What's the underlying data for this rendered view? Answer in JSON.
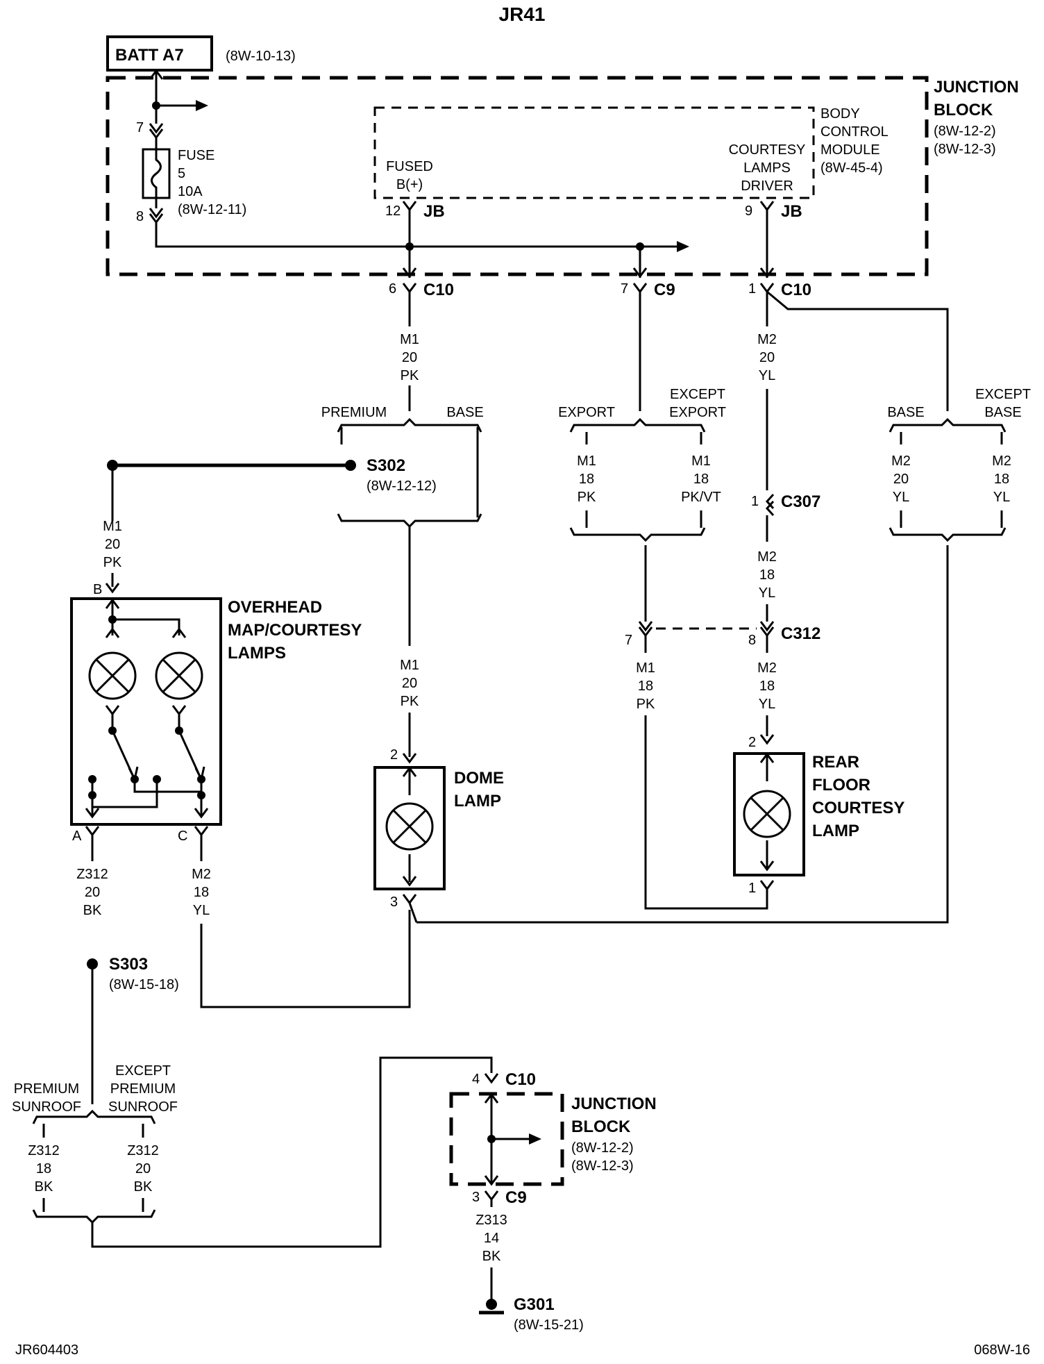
{
  "title": "JR41",
  "footer_left": "JR604403",
  "footer_right": "068W-16",
  "batt": {
    "label": "BATT A7",
    "ref": "(8W-10-13)"
  },
  "junction_block_top": {
    "line1": "JUNCTION",
    "line2": "BLOCK",
    "ref1": "(8W-12-2)",
    "ref2": "(8W-12-3)"
  },
  "bcm": {
    "line1": "BODY",
    "line2": "CONTROL",
    "line3": "MODULE",
    "ref": "(8W-45-4)"
  },
  "fuse": {
    "line1": "FUSE",
    "line2": "5",
    "line3": "10A",
    "ref": "(8W-12-11)",
    "pin_top": "7",
    "pin_bottom": "8"
  },
  "fused_bplus": {
    "line1": "FUSED",
    "line2": "B(+)",
    "pin": "12",
    "conn": "JB"
  },
  "courtesy_driver": {
    "line1": "COURTESY",
    "line2": "LAMPS",
    "line3": "DRIVER",
    "pin": "9",
    "conn": "JB"
  },
  "c10_a": {
    "pin": "6",
    "conn": "C10"
  },
  "c9_a": {
    "pin": "7",
    "conn": "C9"
  },
  "c10_b": {
    "pin": "1",
    "conn": "C10"
  },
  "wire_m1_20pk": {
    "line1": "M1",
    "line2": "20",
    "line3": "PK"
  },
  "wire_m2_20yl": {
    "line1": "M2",
    "line2": "20",
    "line3": "YL"
  },
  "premium_base": {
    "left": "PREMIUM",
    "right": "BASE"
  },
  "export_group": {
    "left": "EXPORT",
    "right_line1": "EXCEPT",
    "right_line2": "EXPORT"
  },
  "base_group": {
    "left": "BASE",
    "right_line1": "EXCEPT",
    "right_line2": "BASE"
  },
  "s302": {
    "label": "S302",
    "ref": "(8W-12-12)"
  },
  "export_wire_left": {
    "line1": "M1",
    "line2": "18",
    "line3": "PK"
  },
  "export_wire_right": {
    "line1": "M1",
    "line2": "18",
    "line3": "PK/VT"
  },
  "base_wire_left": {
    "line1": "M2",
    "line2": "20",
    "line3": "YL"
  },
  "base_wire_right": {
    "line1": "M2",
    "line2": "18",
    "line3": "YL"
  },
  "c307": {
    "pin": "1",
    "conn": "C307"
  },
  "wire_m2_18yl_a": {
    "line1": "M2",
    "line2": "18",
    "line3": "YL"
  },
  "c312": {
    "pin_left": "7",
    "pin_right": "8",
    "conn": "C312"
  },
  "wire_m1_18pk": {
    "line1": "M1",
    "line2": "18",
    "line3": "PK"
  },
  "wire_m2_18yl_b": {
    "line1": "M2",
    "line2": "18",
    "line3": "YL"
  },
  "rear_lamp": {
    "line1": "REAR",
    "line2": "FLOOR",
    "line3": "COURTESY",
    "line4": "LAMP",
    "pin_top": "2",
    "pin_bottom": "1"
  },
  "wire_m1_20pk_left": {
    "line1": "M1",
    "line2": "20",
    "line3": "PK"
  },
  "overhead": {
    "line1": "OVERHEAD",
    "line2": "MAP/COURTESY",
    "line3": "LAMPS",
    "pin_b": "B",
    "pin_a": "A",
    "pin_c": "C"
  },
  "wire_m1_20pk_dome": {
    "line1": "M1",
    "line2": "20",
    "line3": "PK"
  },
  "dome": {
    "line1": "DOME",
    "line2": "LAMP",
    "pin_top": "2",
    "pin_bottom": "3"
  },
  "wire_z312_20bk": {
    "line1": "Z312",
    "line2": "20",
    "line3": "BK"
  },
  "wire_m2_18yl_c": {
    "line1": "M2",
    "line2": "18",
    "line3": "YL"
  },
  "s303": {
    "label": "S303",
    "ref": "(8W-15-18)"
  },
  "sunroof_group": {
    "left_line1": "PREMIUM",
    "left_line2": "SUNROOF",
    "right_line1": "EXCEPT",
    "right_line2": "PREMIUM",
    "right_line3": "SUNROOF"
  },
  "sunroof_wire_left": {
    "line1": "Z312",
    "line2": "18",
    "line3": "BK"
  },
  "sunroof_wire_right": {
    "line1": "Z312",
    "line2": "20",
    "line3": "BK"
  },
  "c10_c": {
    "pin": "4",
    "conn": "C10"
  },
  "junction_block_bottom": {
    "line1": "JUNCTION",
    "line2": "BLOCK",
    "ref1": "(8W-12-2)",
    "ref2": "(8W-12-3)"
  },
  "c9_b": {
    "pin": "3",
    "conn": "C9"
  },
  "wire_z313": {
    "line1": "Z313",
    "line2": "14",
    "line3": "BK"
  },
  "g301": {
    "label": "G301",
    "ref": "(8W-15-21)"
  }
}
